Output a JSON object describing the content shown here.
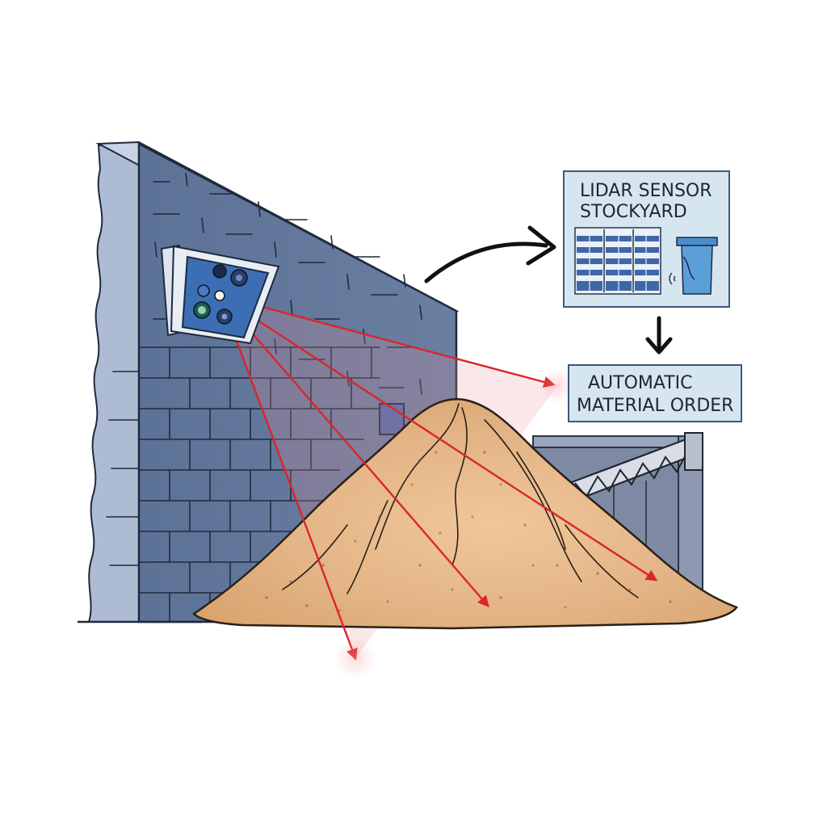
{
  "panel_status": {
    "line1": "LIDAR SENSOR",
    "line2": "STOCKYARD"
  },
  "panel_order": {
    "line1": "AUTOMATIC",
    "line2": "MATERIAL ORDER"
  },
  "icons": {
    "sensor": "lidar-sensor-icon",
    "grid": "stockyard-grid-icon",
    "container": "storage-bin-icon",
    "arrow_curved": "curved-arrow-icon",
    "arrow_down": "down-arrow-icon"
  },
  "colors": {
    "wall": "#5f7599",
    "wall_top": "#6c82a6",
    "wall_side": "#aebbd4",
    "beam": "#d9262b",
    "sand": "#e3b485",
    "panel_fill": "#d6e6f0",
    "panel_border": "#3f5878",
    "grid_blue": "#3f67a8",
    "container_blue": "#5b9fd9",
    "building": "#7e8aa3"
  }
}
